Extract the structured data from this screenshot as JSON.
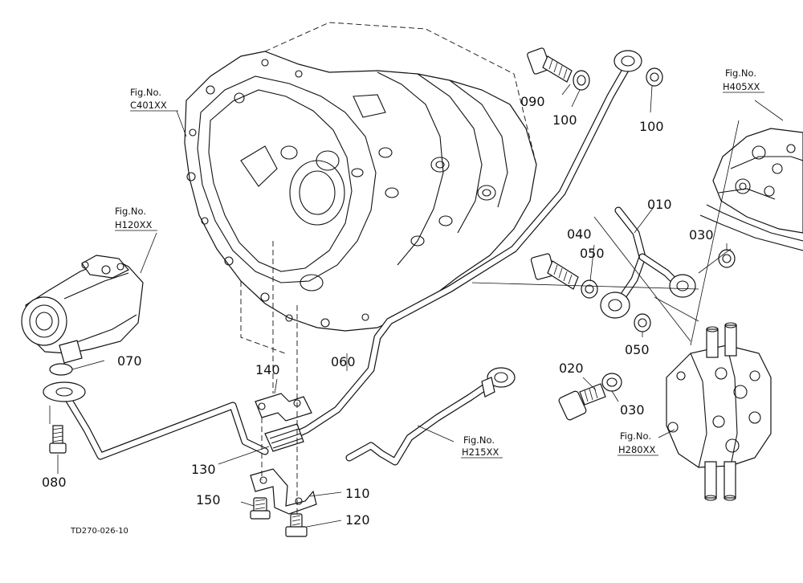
{
  "diagram": {
    "drawing_code": "TD270-026-10",
    "fig_refs": [
      {
        "id": "c401",
        "label_line1": "Fig.No.",
        "label_line2": "C401XX"
      },
      {
        "id": "h120",
        "label_line1": "Fig.No.",
        "label_line2": "H120XX"
      },
      {
        "id": "h405",
        "label_line1": "Fig.No.",
        "label_line2": "H405XX"
      },
      {
        "id": "h215",
        "label_line1": "Fig.No.",
        "label_line2": "H215XX"
      },
      {
        "id": "h280",
        "label_line1": "Fig.No.",
        "label_line2": "H280XX"
      }
    ],
    "parts": [
      {
        "id": "p090",
        "number": "090"
      },
      {
        "id": "p100a",
        "number": "100"
      },
      {
        "id": "p100b",
        "number": "100"
      },
      {
        "id": "p010",
        "number": "010"
      },
      {
        "id": "p040",
        "number": "040"
      },
      {
        "id": "p050a",
        "number": "050"
      },
      {
        "id": "p030a",
        "number": "030"
      },
      {
        "id": "p050b",
        "number": "050"
      },
      {
        "id": "p020",
        "number": "020"
      },
      {
        "id": "p030b",
        "number": "030"
      },
      {
        "id": "p070",
        "number": "070"
      },
      {
        "id": "p140",
        "number": "140"
      },
      {
        "id": "p060",
        "number": "060"
      },
      {
        "id": "p080",
        "number": "080"
      },
      {
        "id": "p130",
        "number": "130"
      },
      {
        "id": "p110",
        "number": "110"
      },
      {
        "id": "p150",
        "number": "150"
      },
      {
        "id": "p120",
        "number": "120"
      }
    ]
  }
}
